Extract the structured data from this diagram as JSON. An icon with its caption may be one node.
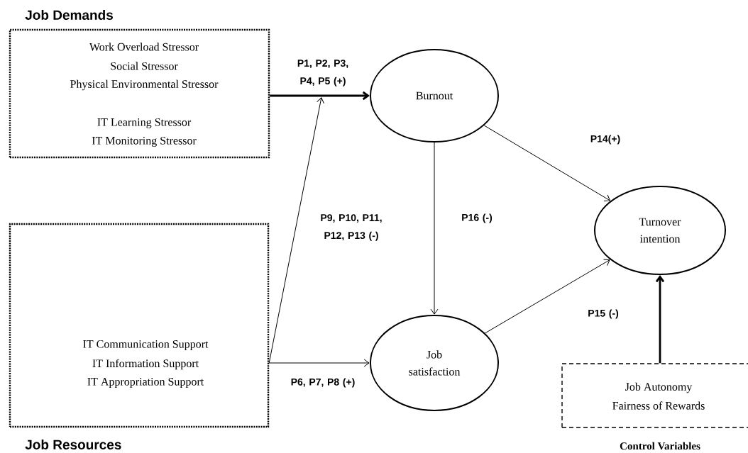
{
  "diagram": {
    "nodes": [
      {
        "text": [
          "Job Demands",
          "Work Overload Stressor",
          "Social Stressor",
          "Physical Environmental Stressor",
          "IT Learning Stressor",
          "IT Monitoring Stressor"
        ]
      },
      {
        "text": [
          "Burnout"
        ]
      },
      {
        "text": [
          "Turnover intention"
        ]
      },
      {
        "text": [
          "IT Communication Support",
          "IT Information Support",
          "IT Appropriation Support",
          "Job Resources"
        ]
      },
      {
        "text": [
          "Job satisfaction"
        ]
      },
      {
        "text": [
          "Job Autonomy",
          "Fairness of Rewards",
          "Control Variables"
        ]
      }
    ],
    "edges": [
      {
        "from": 0,
        "to": 1,
        "arrow": "to",
        "label": "P1, P2, P3, P4, P5 (+)",
        "style": "thick"
      },
      {
        "from": 3,
        "to": null,
        "arrow": "to",
        "label": "P9, P10, P11, P12, P13 (-)"
      },
      {
        "from": 3,
        "to": 4,
        "arrow": "to",
        "label": "P6, P7, P8 (+)"
      },
      {
        "from": 1,
        "to": 4,
        "arrow": "to",
        "label": "P16 (-)"
      },
      {
        "from": 1,
        "to": 2,
        "arrow": "to",
        "label": "P14(+)"
      },
      {
        "from": 4,
        "to": 2,
        "arrow": "to",
        "label": "P15 (-)"
      },
      {
        "from": 5,
        "to": 2,
        "arrow": "to",
        "style": "thick"
      }
    ]
  }
}
